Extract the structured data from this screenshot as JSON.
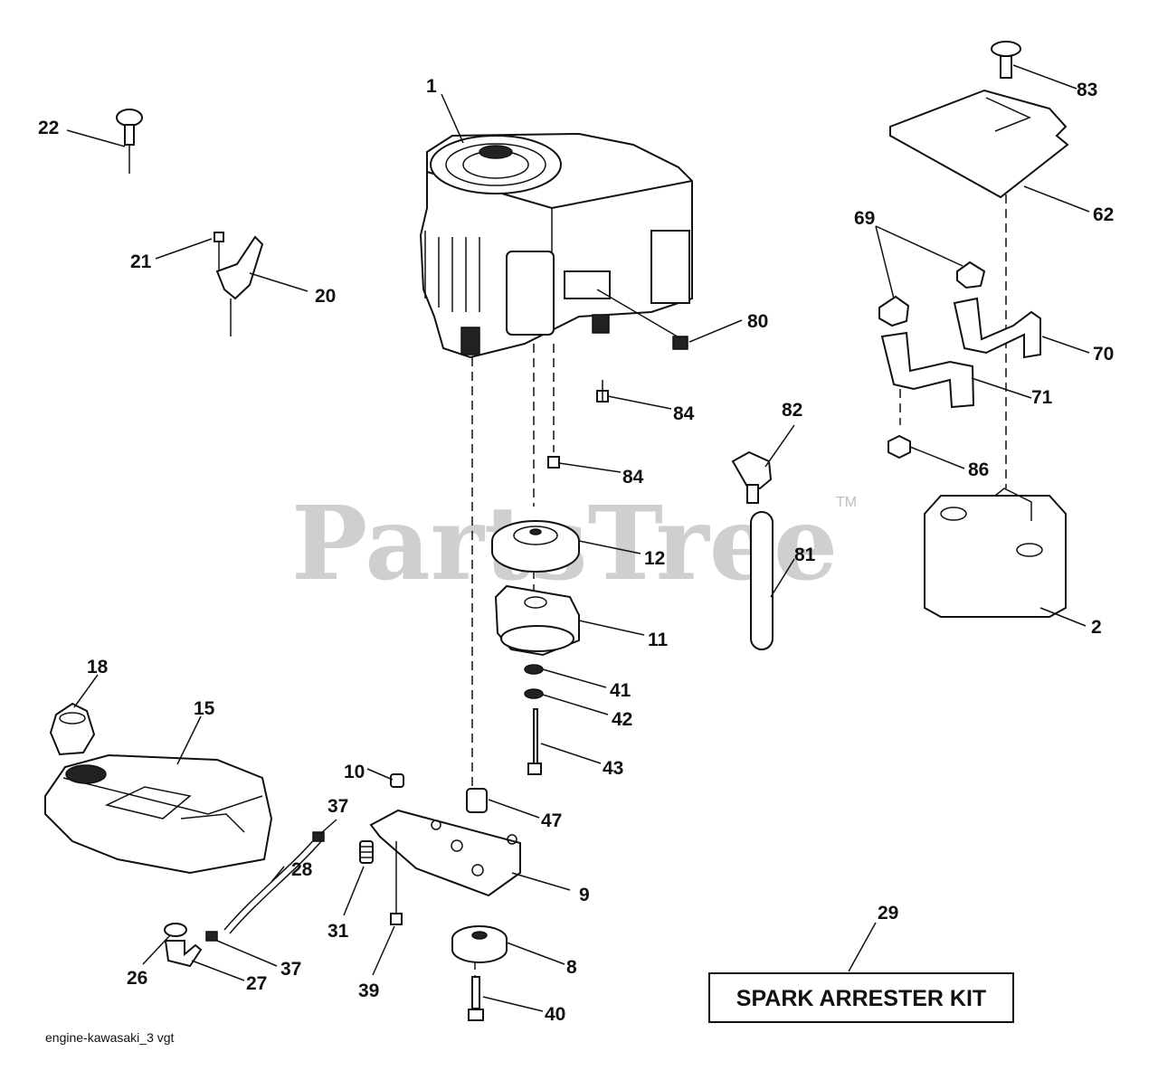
{
  "watermark": {
    "brand": "PartsTree",
    "trademark": "TM"
  },
  "kit_label": "SPARK ARRESTER KIT",
  "footer_label": "engine-kawasaki_3 vgt",
  "callouts": {
    "c1": "1",
    "c2": "2",
    "c8": "8",
    "c9": "9",
    "c10": "10",
    "c11": "11",
    "c12": "12",
    "c15": "15",
    "c18": "18",
    "c20": "20",
    "c21": "21",
    "c22": "22",
    "c26": "26",
    "c27": "27",
    "c28": "28",
    "c29": "29",
    "c31": "31",
    "c37a": "37",
    "c37b": "37",
    "c39": "39",
    "c40": "40",
    "c41": "41",
    "c42": "42",
    "c43": "43",
    "c47": "47",
    "c62": "62",
    "c69": "69",
    "c70": "70",
    "c71": "71",
    "c80": "80",
    "c81": "81",
    "c82": "82",
    "c83": "83",
    "c84a": "84",
    "c84b": "84",
    "c86": "86"
  }
}
